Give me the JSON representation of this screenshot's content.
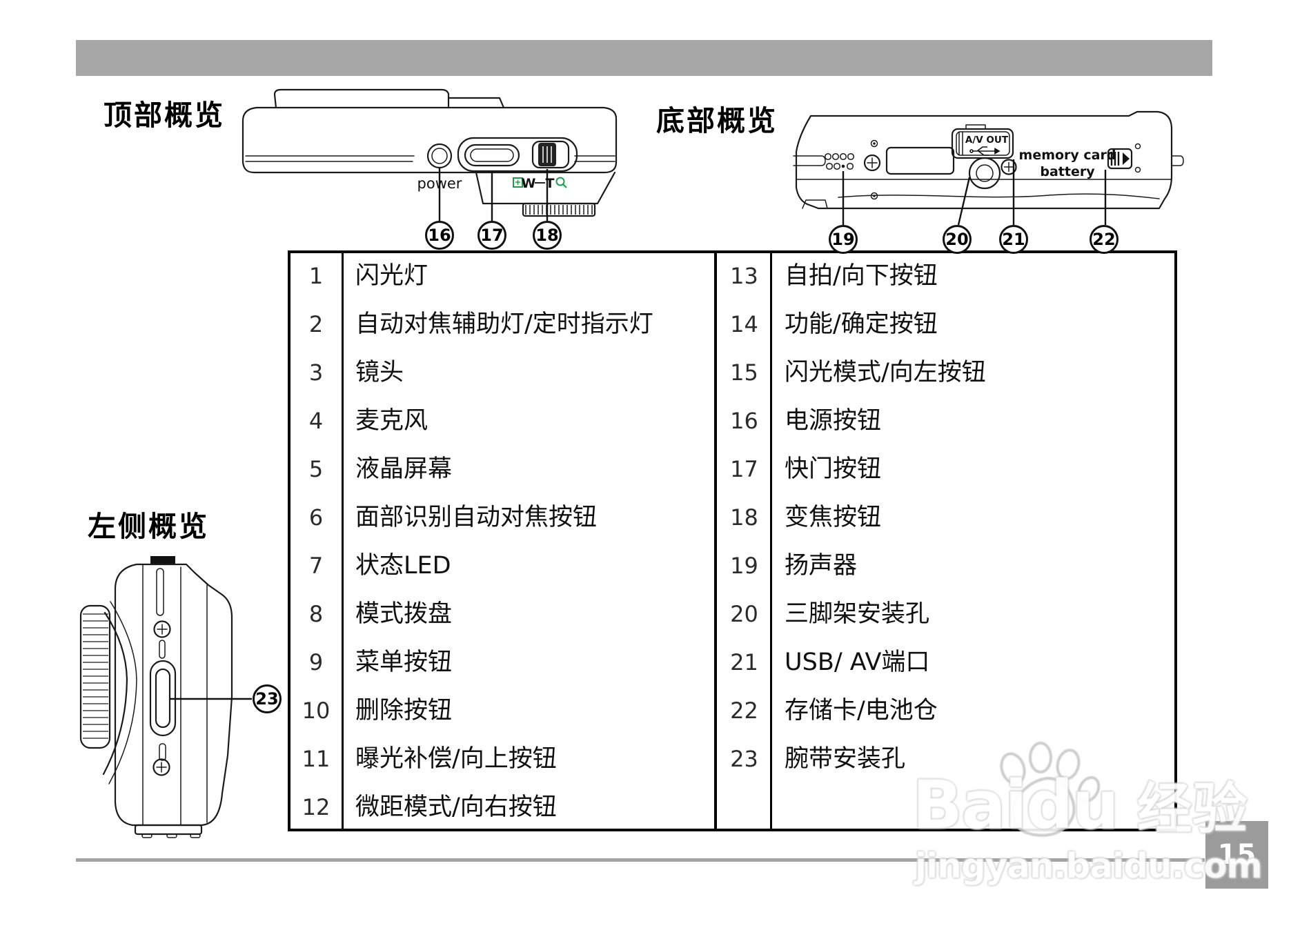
{
  "page": {
    "number": "15"
  },
  "sections": {
    "top_overview": "顶部概览",
    "bottom_overview": "底部概览",
    "left_overview": "左侧概览"
  },
  "diagram_labels": {
    "power": "power",
    "wide": "W",
    "tele": "T",
    "av_out": "A/V OUT",
    "memory_card": "memory card",
    "battery": "battery"
  },
  "callouts": {
    "c16": "16",
    "c17": "17",
    "c18": "18",
    "c19": "19",
    "c20": "20",
    "c21": "21",
    "c22": "22",
    "c23": "23"
  },
  "table": {
    "left_rows": [
      {
        "num": "1",
        "label": "闪光灯"
      },
      {
        "num": "2",
        "label": "自动对焦辅助灯/定时指示灯"
      },
      {
        "num": "3",
        "label": "镜头"
      },
      {
        "num": "4",
        "label": "麦克风"
      },
      {
        "num": "5",
        "label": "液晶屏幕"
      },
      {
        "num": "6",
        "label": "面部识别自动对焦按钮"
      },
      {
        "num": "7",
        "label": "状态LED"
      },
      {
        "num": "8",
        "label": "模式拨盘"
      },
      {
        "num": "9",
        "label": "菜单按钮"
      },
      {
        "num": "10",
        "label": "删除按钮"
      },
      {
        "num": "11",
        "label": "曝光补偿/向上按钮"
      },
      {
        "num": "12",
        "label": "微距模式/向右按钮"
      }
    ],
    "right_rows": [
      {
        "num": "13",
        "label": "自拍/向下按钮"
      },
      {
        "num": "14",
        "label": "功能/确定按钮"
      },
      {
        "num": "15",
        "label": "闪光模式/向左按钮"
      },
      {
        "num": "16",
        "label": "电源按钮"
      },
      {
        "num": "17",
        "label": "快门按钮"
      },
      {
        "num": "18",
        "label": "变焦按钮"
      },
      {
        "num": "19",
        "label": "扬声器"
      },
      {
        "num": "20",
        "label": "三脚架安装孔"
      },
      {
        "num": "21",
        "label": "USB/ AV端口"
      },
      {
        "num": "22",
        "label": "存储卡/电池仓"
      },
      {
        "num": "23",
        "label": "腕带安装孔"
      }
    ]
  },
  "watermark": {
    "brand": "Baidu",
    "brand_cn": "经验",
    "domain": "jingyan.baidu.com"
  },
  "colors": {
    "accent_green": "#1b9e4b",
    "bar_gray": "#a6a6a6",
    "box_gray": "#9b9b9b",
    "line_gray": "#a2a2a2"
  }
}
